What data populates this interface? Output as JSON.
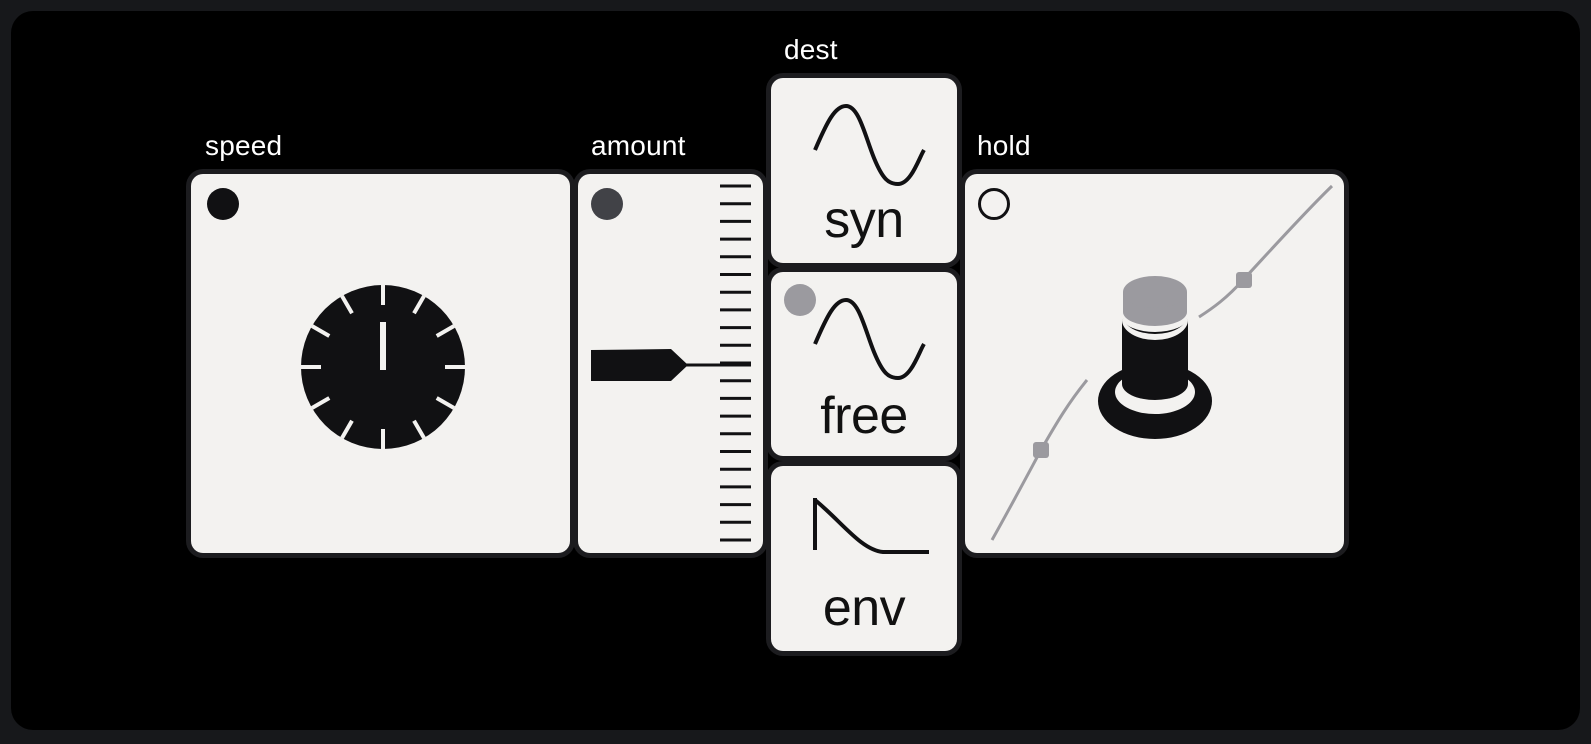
{
  "labels": {
    "speed": "speed",
    "amount": "amount",
    "dest": "dest",
    "hold": "hold"
  },
  "speed": {
    "indicator_color": "#111113",
    "icon": "clock-dial-icon"
  },
  "amount": {
    "indicator_color": "#414247",
    "icon": "ruler-scale-icon",
    "pointer_icon": "pointer-arrow-icon"
  },
  "dest": {
    "options": [
      {
        "label": "syn",
        "icon": "sine-wave-icon",
        "active": false
      },
      {
        "label": "free",
        "icon": "sine-wave-icon",
        "active": true,
        "indicator_color": "#9b9a9f"
      },
      {
        "label": "env",
        "icon": "envelope-decay-icon",
        "active": false
      }
    ]
  },
  "hold": {
    "indicator": "outline",
    "icon": "push-button-icon",
    "curve_icon": "curve-graph-icon"
  },
  "colors": {
    "background": "#000000",
    "card": "#f3f2f0",
    "ink": "#111113",
    "accent_gray": "#9b9a9f"
  }
}
